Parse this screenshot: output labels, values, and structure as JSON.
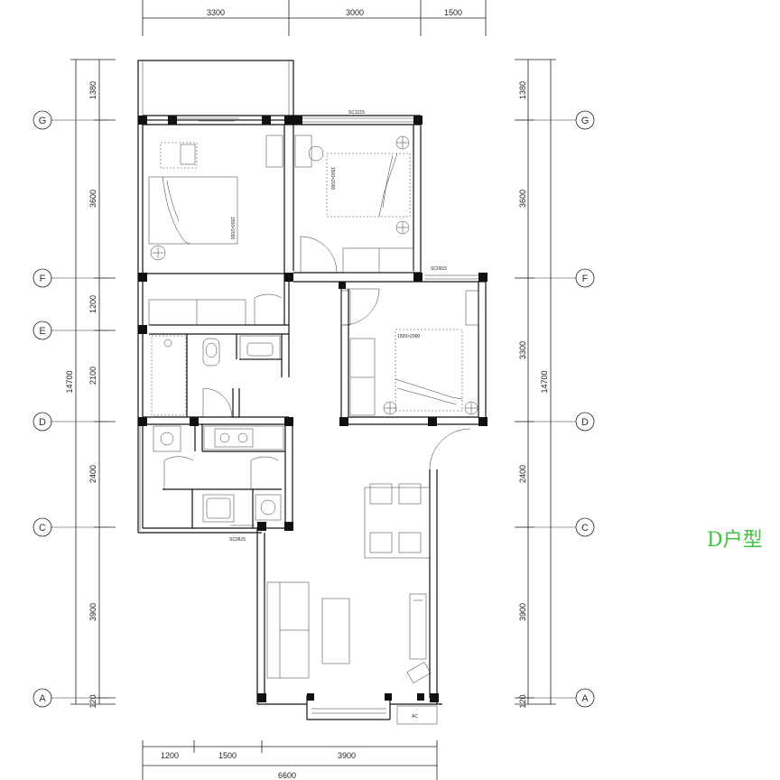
{
  "top_dims": [
    "3300",
    "3000",
    "1500"
  ],
  "bottom_dims": [
    "1200",
    "1500",
    "3900"
  ],
  "bottom_total": "6600",
  "left_dims": [
    "1380",
    "3600",
    "1200",
    "2100",
    "2400",
    "3900",
    "120"
  ],
  "left_total": "14700",
  "right_dims": [
    "1380",
    "3600",
    "3300",
    "2400",
    "3900",
    "120"
  ],
  "right_total": "14700",
  "axes": [
    "G",
    "F",
    "E",
    "D",
    "C",
    "A"
  ],
  "right_axes": [
    "G",
    "F",
    "D",
    "C",
    "A"
  ],
  "windows": [
    "SC1215",
    "SC0915",
    "SC0615"
  ],
  "beds": [
    "1500×2000",
    "1500×2000",
    "1500×2000"
  ],
  "ac_label": "AC",
  "unit_label": "D户型"
}
